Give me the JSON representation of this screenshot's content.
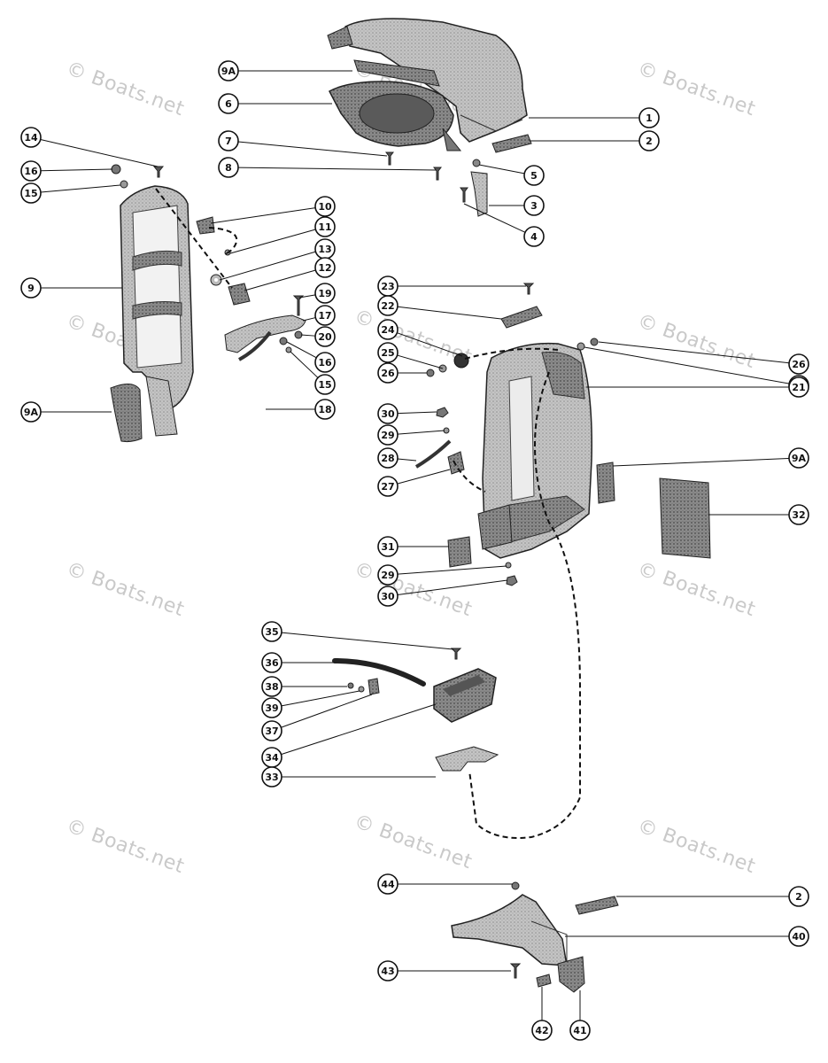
{
  "watermark": "© Boats.net",
  "colors": {
    "ink": "#1a1a1a",
    "part_fill": "#b9b9b9",
    "part_dark": "#6f6f6f",
    "part_light": "#d6d6d6",
    "watermark": "#c9c9c9"
  },
  "callouts": [
    {
      "id": "c1",
      "label": "1"
    },
    {
      "id": "c2a",
      "label": "2"
    },
    {
      "id": "c3",
      "label": "3"
    },
    {
      "id": "c4",
      "label": "4"
    },
    {
      "id": "c5",
      "label": "5"
    },
    {
      "id": "c6",
      "label": "6"
    },
    {
      "id": "c7",
      "label": "7"
    },
    {
      "id": "c8",
      "label": "8"
    },
    {
      "id": "c9a1",
      "label": "9A"
    },
    {
      "id": "c14",
      "label": "14"
    },
    {
      "id": "c16a",
      "label": "16"
    },
    {
      "id": "c15a",
      "label": "15"
    },
    {
      "id": "c9",
      "label": "9"
    },
    {
      "id": "c9a2",
      "label": "9A"
    },
    {
      "id": "c10",
      "label": "10"
    },
    {
      "id": "c11",
      "label": "11"
    },
    {
      "id": "c13",
      "label": "13"
    },
    {
      "id": "c12",
      "label": "12"
    },
    {
      "id": "c19",
      "label": "19"
    },
    {
      "id": "c17",
      "label": "17"
    },
    {
      "id": "c20",
      "label": "20"
    },
    {
      "id": "c16b",
      "label": "16"
    },
    {
      "id": "c15b",
      "label": "15"
    },
    {
      "id": "c18",
      "label": "18"
    },
    {
      "id": "c23",
      "label": "23"
    },
    {
      "id": "c22",
      "label": "22"
    },
    {
      "id": "c24",
      "label": "24"
    },
    {
      "id": "c25a",
      "label": "25"
    },
    {
      "id": "c26a",
      "label": "26"
    },
    {
      "id": "c26b",
      "label": "26"
    },
    {
      "id": "c25b",
      "label": "25"
    },
    {
      "id": "c21",
      "label": "21"
    },
    {
      "id": "c30a",
      "label": "30"
    },
    {
      "id": "c29a",
      "label": "29"
    },
    {
      "id": "c28",
      "label": "28"
    },
    {
      "id": "c27",
      "label": "27"
    },
    {
      "id": "c9a3",
      "label": "9A"
    },
    {
      "id": "c32",
      "label": "32"
    },
    {
      "id": "c31",
      "label": "31"
    },
    {
      "id": "c29b",
      "label": "29"
    },
    {
      "id": "c30b",
      "label": "30"
    },
    {
      "id": "c35",
      "label": "35"
    },
    {
      "id": "c36",
      "label": "36"
    },
    {
      "id": "c38",
      "label": "38"
    },
    {
      "id": "c39",
      "label": "39"
    },
    {
      "id": "c37",
      "label": "37"
    },
    {
      "id": "c34",
      "label": "34"
    },
    {
      "id": "c33",
      "label": "33"
    },
    {
      "id": "c44",
      "label": "44"
    },
    {
      "id": "c2b",
      "label": "2"
    },
    {
      "id": "c40",
      "label": "40"
    },
    {
      "id": "c43",
      "label": "43"
    },
    {
      "id": "c42",
      "label": "42"
    },
    {
      "id": "c41",
      "label": "41"
    }
  ]
}
